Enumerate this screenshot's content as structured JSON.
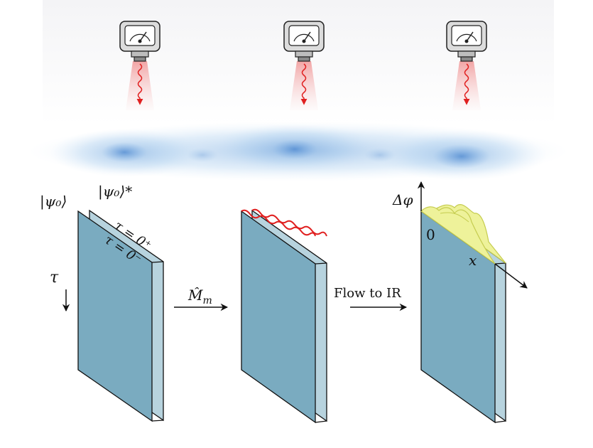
{
  "labels": {
    "ket_psi0": "|ψ₀⟩",
    "ket_psi0_conj": "|ψ₀⟩*",
    "tau_plus": "τ = 0⁺",
    "tau_minus": "τ = 0⁻",
    "tau": "τ",
    "measure_op": "M̂",
    "measure_sub": "m",
    "flow_label": "Flow to IR",
    "delta_phi": "Δφ",
    "zero": "0",
    "x_axis": "x"
  },
  "colors": {
    "slab_front": "#7aabc0",
    "slab_back": "#b7d3de",
    "slab_stroke": "#111111",
    "cloud": "#8fbde6",
    "cloud_core": "#5b95d6",
    "beam": "#f2a7a7",
    "photon": "#e02020",
    "field_fill": "#eef29a",
    "field_stroke": "#c5cc4f"
  },
  "detectors": [
    {
      "name": "detector-left"
    },
    {
      "name": "detector-middle"
    },
    {
      "name": "detector-right"
    }
  ]
}
